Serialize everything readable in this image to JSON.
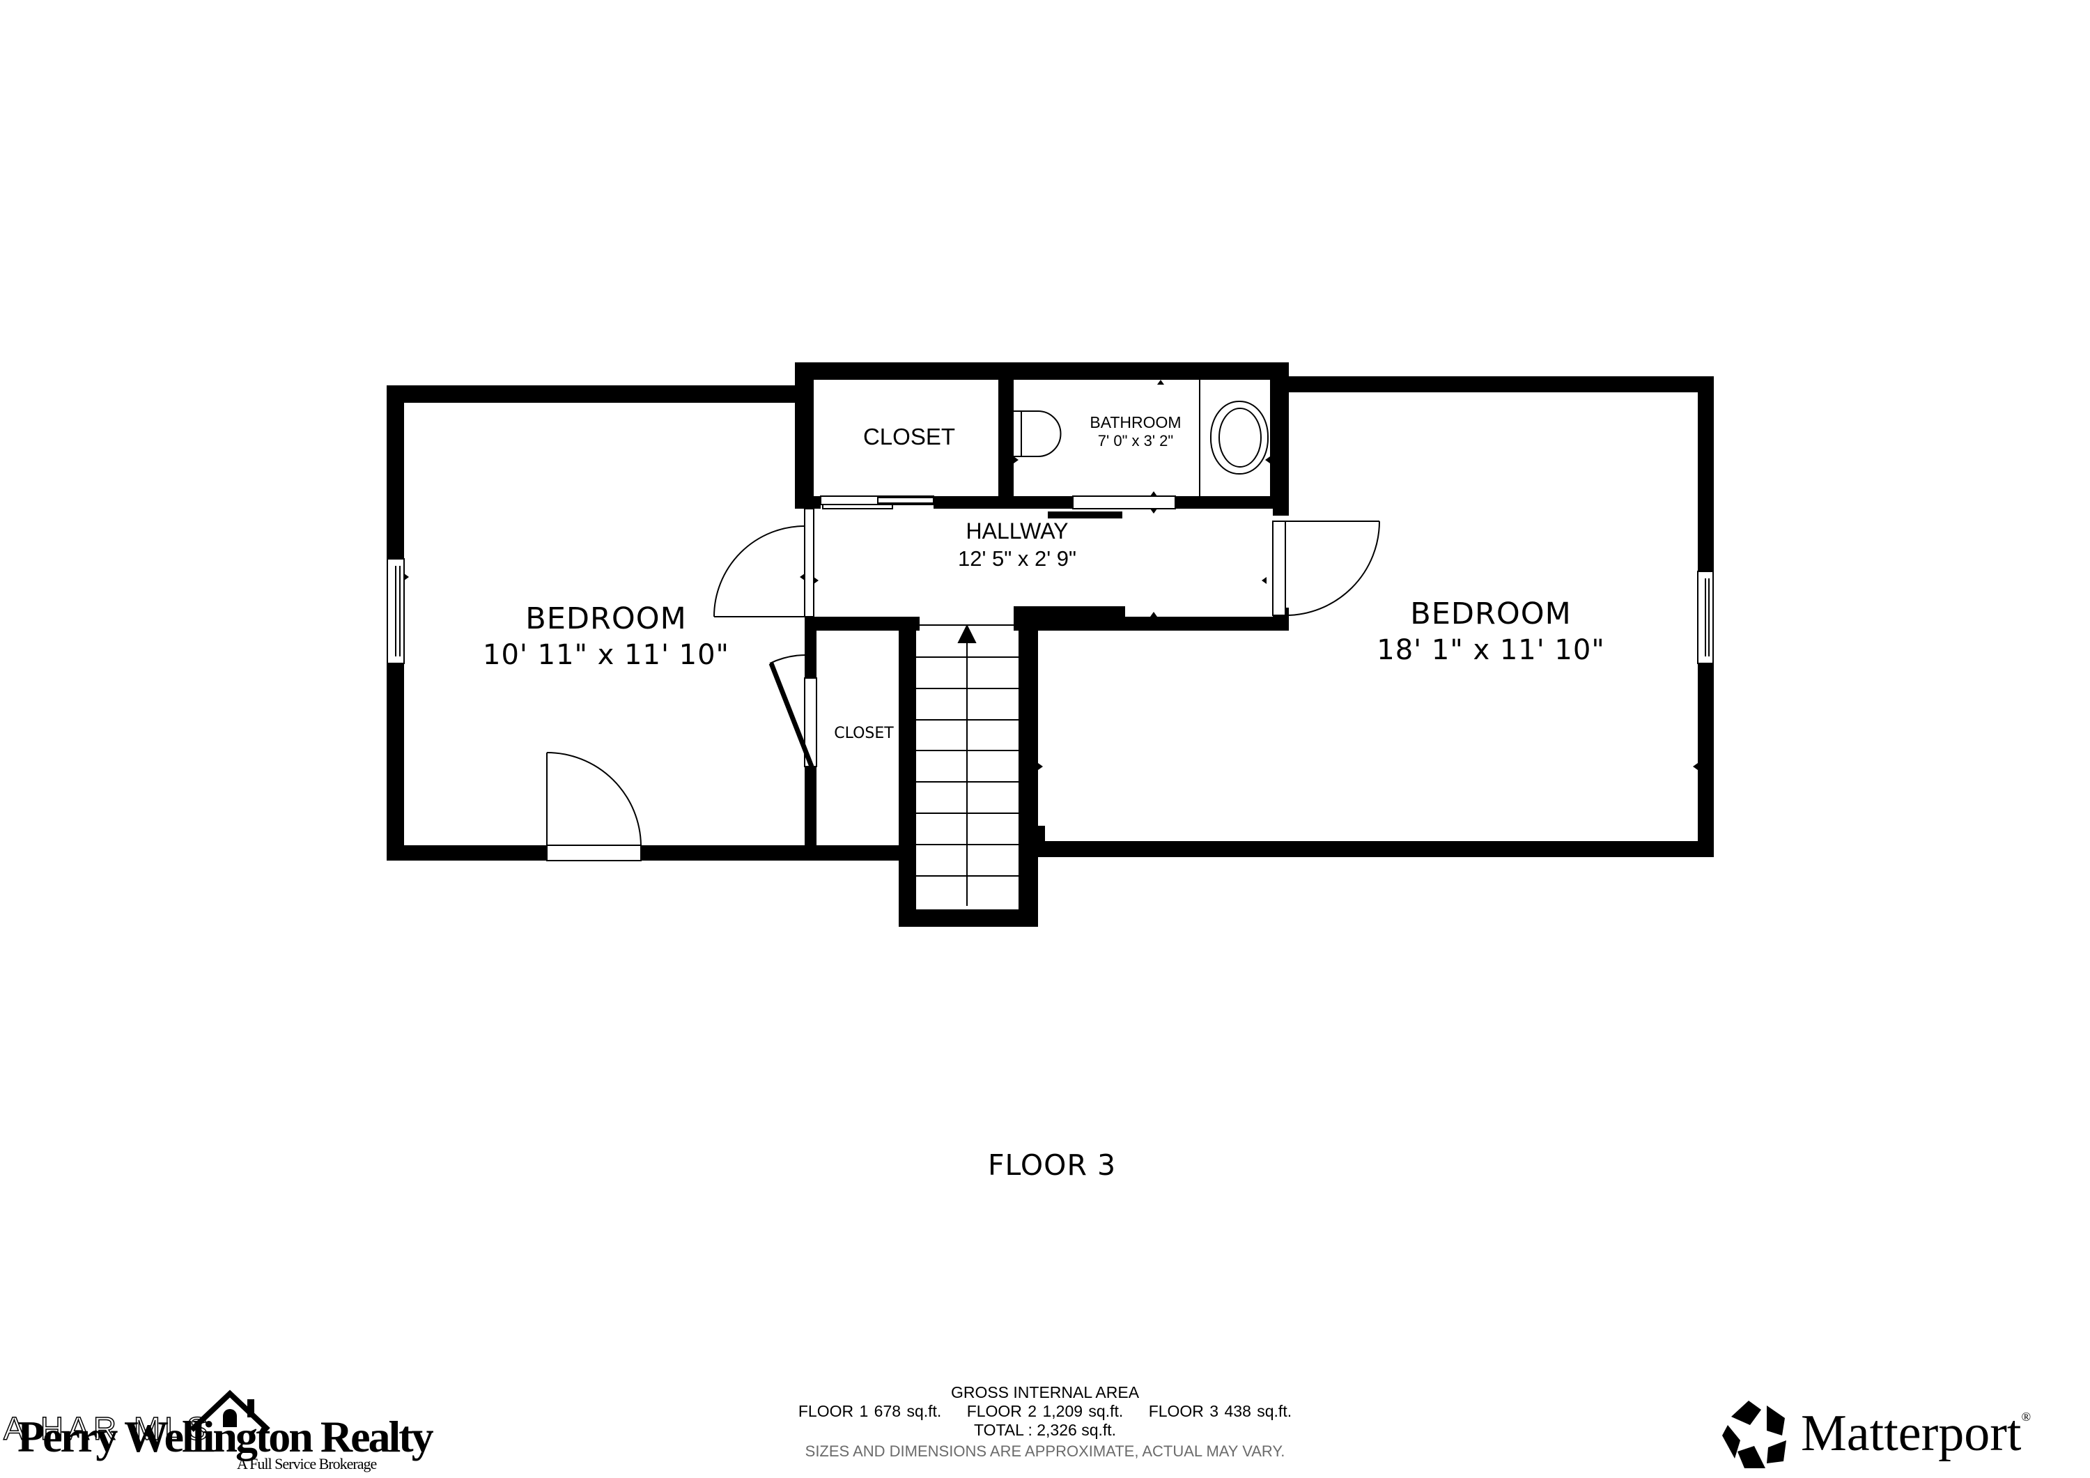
{
  "floor_plan": {
    "floor_label": "FLOOR 3",
    "rooms": {
      "bedroom_left": {
        "name": "BEDROOM",
        "dimensions": "10' 11\" x 11' 10\""
      },
      "bedroom_right": {
        "name": "BEDROOM",
        "dimensions": "18' 1\" x 11' 10\""
      },
      "hallway": {
        "name": "HALLWAY",
        "dimensions": "12' 5\" x 2' 9\""
      },
      "bathroom": {
        "name": "BATHROOM",
        "dimensions": "7' 0\" x 3' 2\""
      },
      "closet_top": {
        "name": "CLOSET"
      },
      "closet_middle": {
        "name": "CLOSET"
      }
    },
    "stairs": {
      "direction": "up",
      "steps": 9
    }
  },
  "area_summary": {
    "title": "GROSS INTERNAL AREA",
    "floors": [
      {
        "label": "FLOOR 1 678 sq.ft."
      },
      {
        "label": "FLOOR 2 1,209 sq.ft."
      },
      {
        "label": "FLOOR 3 438 sq.ft."
      }
    ],
    "total": "TOTAL :  2,326 sq.ft.",
    "disclaimer": "SIZES AND DIMENSIONS ARE APPROXIMATE, ACTUAL MAY VARY."
  },
  "branding": {
    "left_logo": {
      "overlay_text": "A HAR MLS",
      "brand": "Perry Wellington Realty",
      "tagline": "A Full Service Brokerage",
      "icon": "house-icon"
    },
    "right_logo": {
      "brand": "Matterport",
      "registered": "®",
      "icon": "matterport-star-icon"
    }
  },
  "colors": {
    "wall": "#000000",
    "background": "#ffffff",
    "disclaimer_text": "#6b6b6b"
  }
}
